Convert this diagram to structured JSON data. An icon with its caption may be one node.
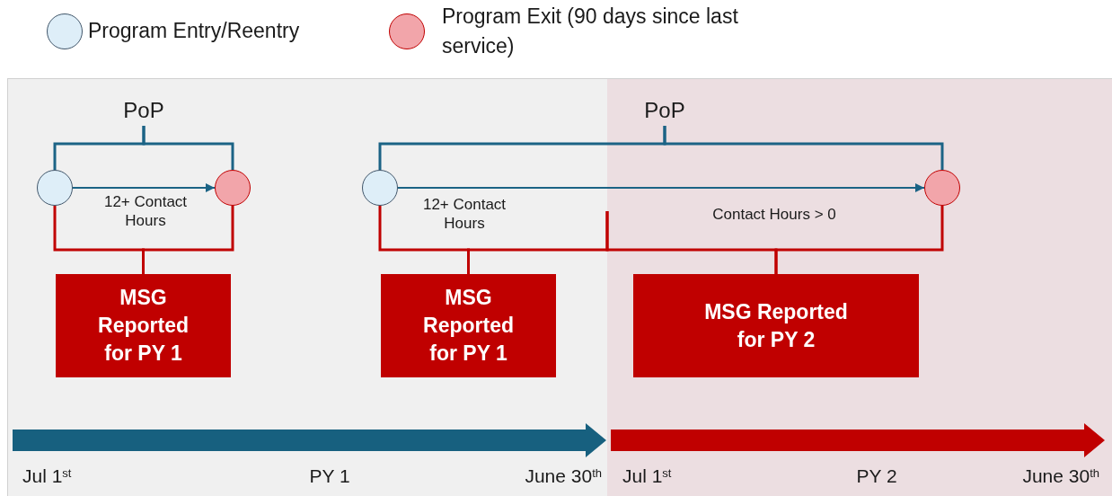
{
  "diagram": {
    "nodes": [
      {
        "text": [],
        "shape": "circle"
      },
      {
        "text": [],
        "shape": "circle"
      },
      {
        "text": [],
        "shape": "circle"
      },
      {
        "text": [],
        "shape": "circle"
      },
      {
        "text": [
          "PoP"
        ]
      },
      {
        "text": [
          "PoP"
        ]
      },
      {
        "text": [
          "MSG Reported for PY 1"
        ]
      },
      {
        "text": [
          "MSG Reported for PY 1"
        ]
      },
      {
        "text": [
          "MSG Reported for PY 2"
        ]
      }
    ],
    "edges": [
      {
        "from": 4,
        "to": 0,
        "arrow": "none"
      },
      {
        "from": 4,
        "to": 1,
        "arrow": "none"
      },
      {
        "from": 5,
        "to": 2,
        "arrow": "none"
      },
      {
        "from": 5,
        "to": 3,
        "arrow": "none"
      },
      {
        "from": 0,
        "to": 1,
        "arrow": "to"
      },
      {
        "from": 2,
        "to": 3,
        "arrow": "to"
      },
      {
        "from": 6,
        "to": 0,
        "arrow": "none",
        "color": "#c00000"
      },
      {
        "from": 6,
        "to": 1,
        "arrow": "none",
        "color": "#c00000"
      },
      {
        "from": 7,
        "to": 2,
        "arrow": "none",
        "color": "#c00000"
      },
      {
        "from": 7,
        "to": null,
        "arrow": "none",
        "color": "#c00000"
      },
      {
        "from": 8,
        "to": null,
        "arrow": "none",
        "color": "#c00000"
      },
      {
        "from": 8,
        "to": 3,
        "arrow": "none",
        "color": "#c00000"
      }
    ],
    "labels": [
      "12+ Contact Hours",
      "12+ Contact Hours",
      "Contact Hours > 0",
      "Jul 1$^{st}$",
      "PY 1",
      "June 30$^{th}$",
      "Jul 1$^{st}$",
      "PY 2",
      "June 30$^{th}$"
    ],
    "legend": [
      {
        "text": "Program Entry/Reentry",
        "color": "#deeef8"
      },
      {
        "text": "Program Exit (90 days since last service)",
        "color": "#f2a5aa"
      }
    ]
  }
}
